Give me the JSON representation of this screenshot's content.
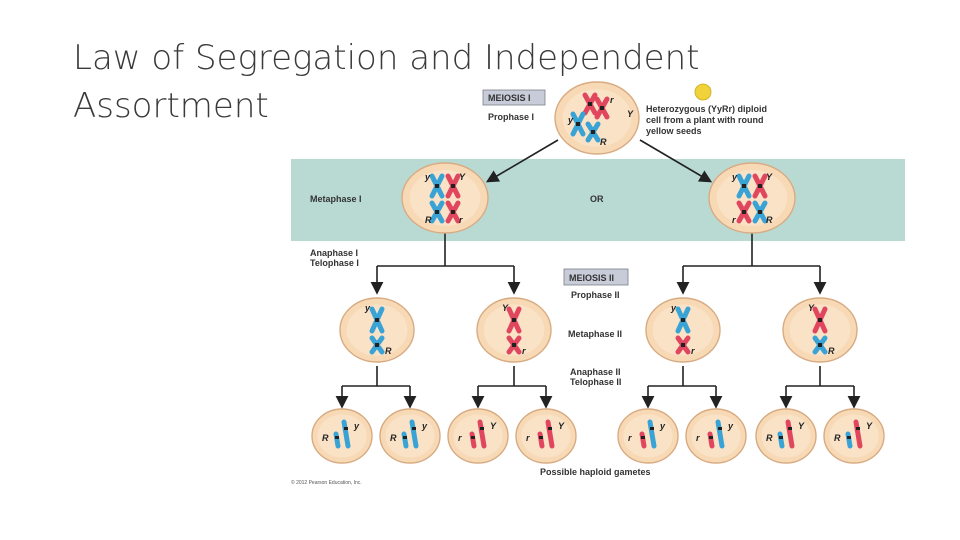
{
  "slide": {
    "title": "Law of Segregation and Independent Assortment"
  },
  "diagram": {
    "meiosis_1_tag": "MEIOSIS I",
    "meiosis_2_tag": "MEIOSIS II",
    "prophase_1": "Prophase I",
    "cell_note_1": "Heterozygous (YyRr) diploid",
    "cell_note_2": "cell from a plant with round",
    "cell_note_3": "yellow seeds",
    "metaphase_1": "Metaphase I",
    "or_label": "OR",
    "anaphase_1": "Anaphase I",
    "telophase_1": "Telophase I",
    "prophase_2": "Prophase II",
    "metaphase_2": "Metaphase II",
    "anaphase_2": "Anaphase II",
    "telophase_2": "Telophase II",
    "gametes_label": "Possible haploid gametes",
    "copyright": "© 2012 Pearson Education, Inc.",
    "alleles": {
      "Y": "Y",
      "y": "y",
      "R": "R",
      "r": "r"
    },
    "colors": {
      "blue": "#3aa3d6",
      "red": "#e0475f",
      "band": "#b9dad3",
      "cell": "#f7d9b6",
      "seed": "#f2d23a"
    }
  }
}
